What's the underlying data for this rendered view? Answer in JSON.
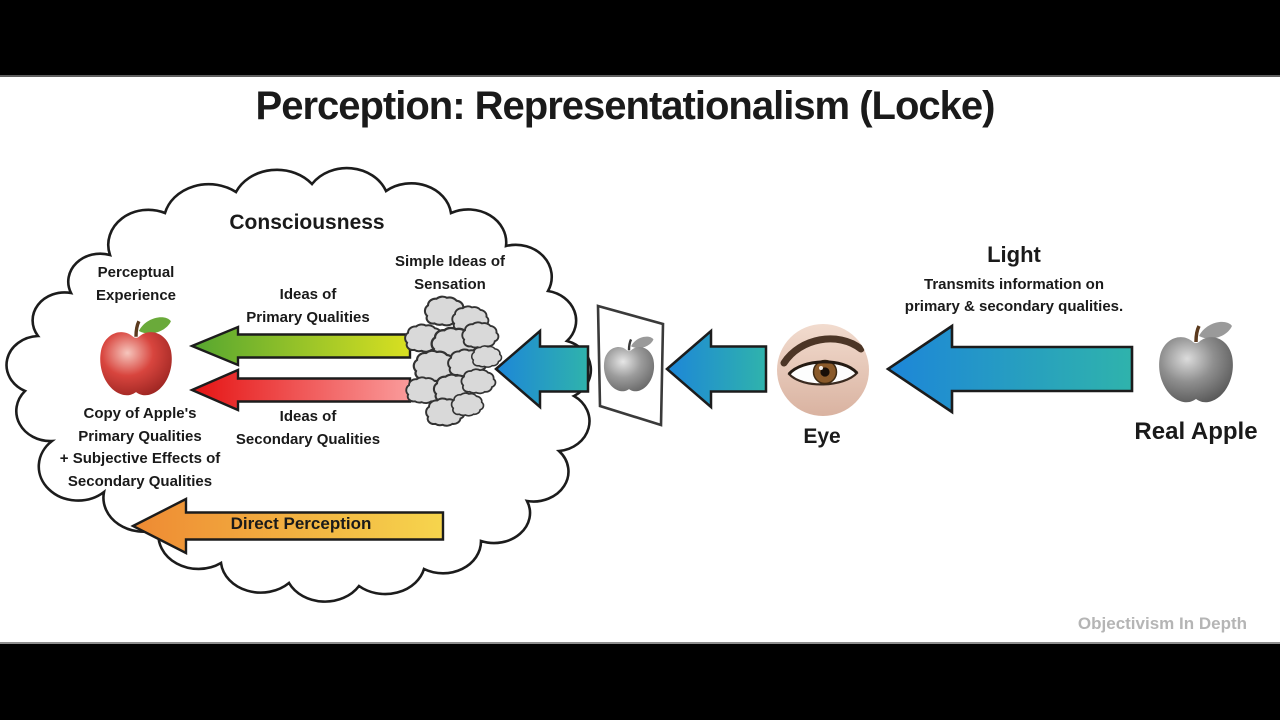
{
  "title": "Perception: Representationalism (Locke)",
  "watermark": "Objectivism In Depth",
  "cloud": {
    "title": "Consciousness",
    "perceptual_experience": [
      "Perceptual",
      "Experience"
    ],
    "ideas_primary": [
      "Ideas of",
      "Primary Qualities"
    ],
    "ideas_secondary": [
      "Ideas of",
      "Secondary Qualities"
    ],
    "simple_ideas": [
      "Simple Ideas of",
      "Sensation"
    ],
    "copy_text": [
      "Copy of Apple's",
      "Primary Qualities",
      "+ Subjective Effects of",
      "Secondary Qualities"
    ],
    "direct_perception_label": "Direct Perception"
  },
  "right": {
    "light_title": "Light",
    "light_sub": [
      "Transmits information on",
      "primary & secondary qualities."
    ],
    "eye_label": "Eye",
    "real_apple_label": "Real Apple"
  },
  "colors": {
    "text": "#1a1a1a",
    "watermark_gray": "#b5b5b5",
    "bar_black": "#000000",
    "canvas_white": "#ffffff",
    "outline_dark": "#1c1c1c",
    "frame_gray": "#3a3a3a",
    "cyan_arrow_left": "#1d86d8",
    "cyan_arrow_right": "#2fb3ac",
    "green_left": "#55a630",
    "green_right": "#d9e021",
    "red_left": "#e51313",
    "red_right": "#fa9b9b",
    "orange_left": "#ee8a33",
    "orange_right": "#f6d54d",
    "cloudlet_fill": "#d9d9d9",
    "cloudlet_stroke": "#333333",
    "apple_red_hi": "#f6c6bd",
    "apple_red_mid": "#d8453e",
    "apple_red_dark": "#93201d",
    "apple_gray_hi": "#dcdcdc",
    "apple_gray_mid": "#8f8f8f",
    "apple_gray_dark": "#4e4e4e",
    "apple_img_hi": "#e6e6e6",
    "apple_img_mid": "#9c9c9c",
    "apple_img_dark": "#606060",
    "leaf_green": "#6aaa3a",
    "leaf_gray": "#9a9a9a",
    "stem_brown": "#5b3a1e",
    "skin_light": "#f2dccf",
    "skin_dark": "#d9b2a0",
    "iris_brown": "#8a5a2a"
  }
}
